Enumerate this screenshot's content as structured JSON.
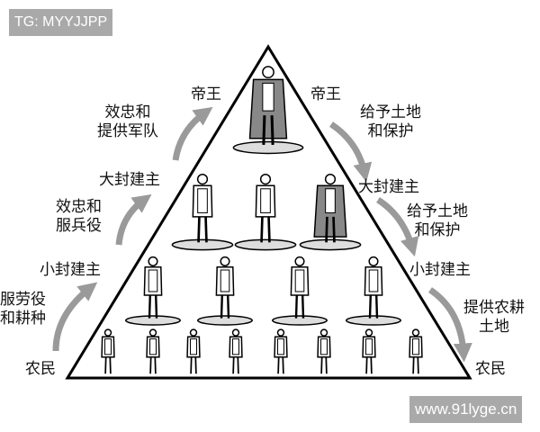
{
  "watermarks": {
    "top_left": "TG: MYYJJPP",
    "bottom_right": "www.91lyge.cn"
  },
  "left_side": {
    "king": "帝王",
    "rel_top": [
      "效忠和",
      "提供军队"
    ],
    "great_lord": "大封建主",
    "rel_mid": [
      "效忠和",
      "服兵役"
    ],
    "lesser_lord": "小封建主",
    "rel_bottom": [
      "服劳役",
      "和耕种"
    ],
    "peasant": "农民"
  },
  "right_side": {
    "king": "帝王",
    "rel_top": [
      "给予土地",
      "和保护"
    ],
    "great_lord": "大封建主",
    "rel_mid": [
      "给予土地",
      "和保护"
    ],
    "lesser_lord": "小封建主",
    "rel_bottom": [
      "提供农耕",
      "土地"
    ],
    "peasant": "农民"
  },
  "colors": {
    "arrow": "#9a9a9a",
    "line": "#000000",
    "watermark_bg": "#a9a9a9"
  }
}
